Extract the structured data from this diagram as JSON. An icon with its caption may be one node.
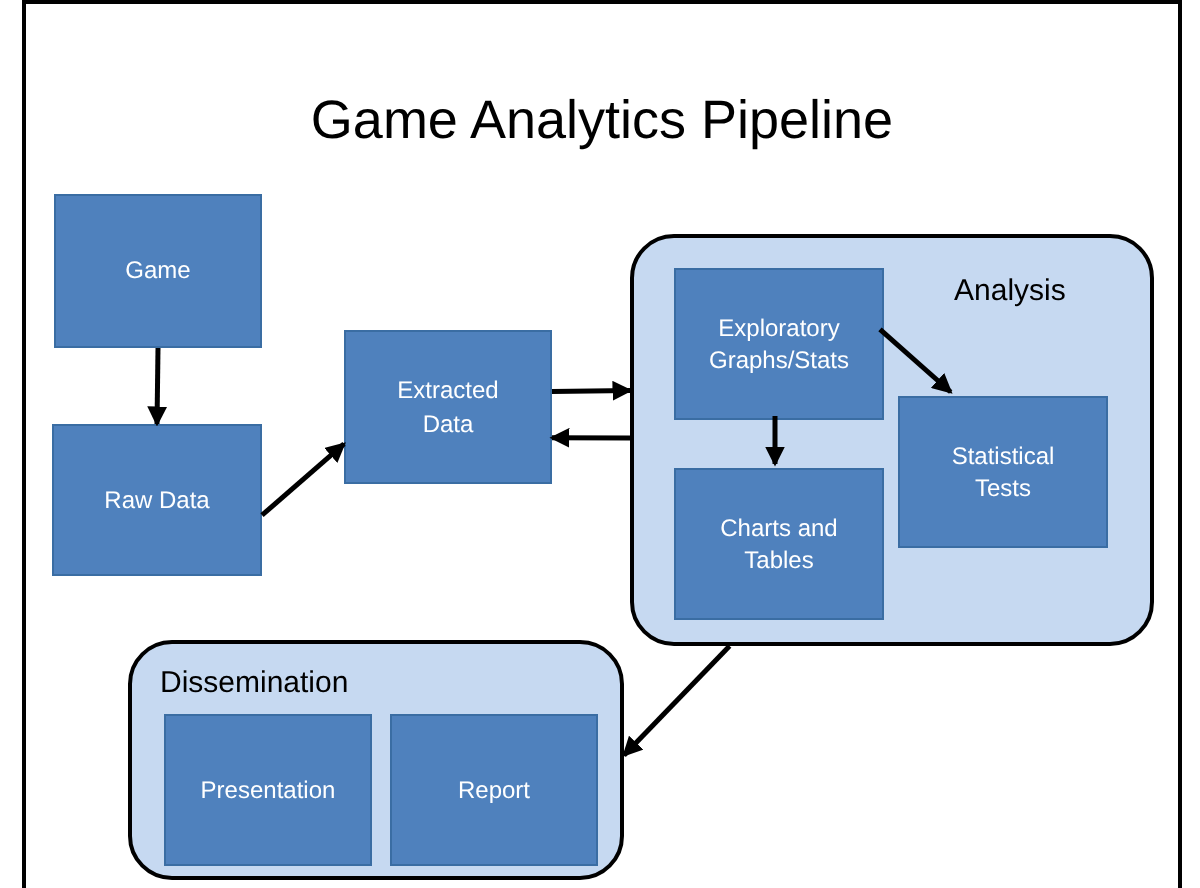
{
  "diagram": {
    "title": "Game Analytics Pipeline",
    "nodes": [
      {
        "text": [
          "Game"
        ]
      },
      {
        "text": [
          "Raw Data"
        ]
      },
      {
        "text": [
          "Extracted Data"
        ]
      },
      {
        "text": [
          "Analysis"
        ]
      },
      {
        "text": [
          "Exploratory Graphs/Stats"
        ],
        "in": 3
      },
      {
        "text": [
          "Charts and Tables"
        ],
        "in": 3
      },
      {
        "text": [
          "Statistical Tests"
        ],
        "in": 3
      },
      {
        "text": [
          "Dissemination"
        ]
      },
      {
        "text": [
          "Presentation"
        ],
        "in": 7
      },
      {
        "text": [
          "Report"
        ],
        "in": 7
      }
    ],
    "edges": [
      {
        "from": 0,
        "to": 1,
        "arrow": "to"
      },
      {
        "from": 1,
        "to": 2,
        "arrow": "to"
      },
      {
        "from": 2,
        "to": 3,
        "arrow": "to"
      },
      {
        "from": 3,
        "to": 2,
        "arrow": "to"
      },
      {
        "from": 4,
        "to": 5,
        "arrow": "to"
      },
      {
        "from": 4,
        "to": 6,
        "arrow": "to"
      },
      {
        "from": 3,
        "to": 7,
        "arrow": "to"
      }
    ]
  }
}
